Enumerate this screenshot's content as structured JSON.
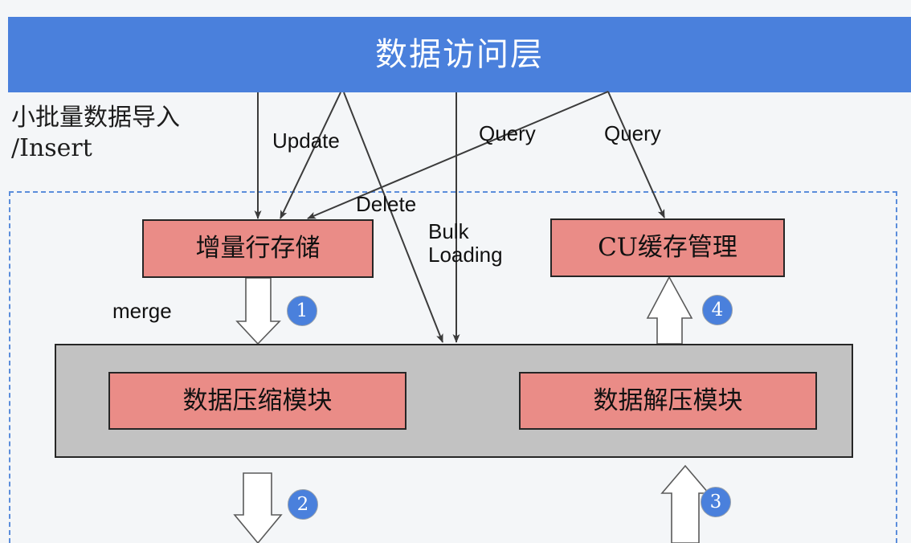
{
  "diagram": {
    "title": "数据访问层",
    "left_caption": "小批量数据导入\n/Insert",
    "boxes": {
      "delta_row_store": "增量行存储",
      "cu_cache_manager": "CU缓存管理",
      "storage_container": "",
      "data_compress": "数据压缩模块",
      "data_decompress": "数据解压模块"
    },
    "edge_labels": {
      "update": "Update",
      "delete": "Delete",
      "query_left": "Query",
      "query_right": "Query",
      "bulk_loading": "Bulk\nLoading",
      "merge": "merge"
    },
    "badges": {
      "one": "1",
      "two": "2",
      "three": "3",
      "four": "4"
    },
    "colors": {
      "header_blue": "#4a80dc",
      "box_pink": "#ea8c87",
      "box_gray": "#c2c2c2",
      "background": "#f4f6f8",
      "dashed_border": "#5b8ddb",
      "badge_blue": "#4a80dc",
      "line": "#3b3b3b"
    }
  }
}
